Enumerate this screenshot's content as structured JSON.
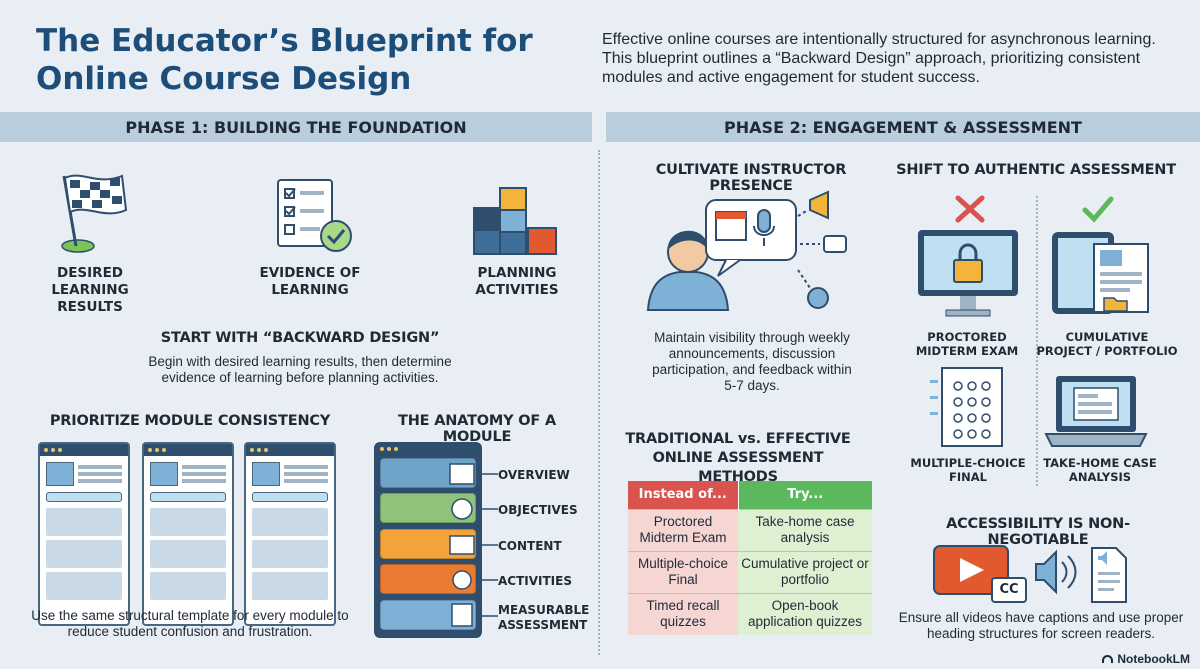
{
  "header": {
    "title": "The Educator’s Blueprint for Online Course Design",
    "intro": "Effective online courses are intentionally structured for asynchronous learning. This blueprint outlines a “Backward Design” approach, prioritizing consistent modules and active engagement for student success."
  },
  "phase1": {
    "title": "PHASE 1: BUILDING THE FOUNDATION",
    "steps": [
      {
        "label": "DESIRED LEARNING RESULTS",
        "icon": "checkered-flag-icon"
      },
      {
        "label": "EVIDENCE OF LEARNING",
        "icon": "checklist-icon"
      },
      {
        "label": "PLANNING ACTIVITIES",
        "icon": "building-blocks-icon"
      }
    ],
    "backward": {
      "title": "START WITH “BACKWARD DESIGN”",
      "text": "Begin with desired learning results, then determine evidence of learning before planning activities."
    },
    "consistency": {
      "title": "PRIORITIZE MODULE CONSISTENCY",
      "text": "Use the same structural template for every module to reduce student confusion and frustration."
    },
    "anatomy": {
      "title": "THE ANATOMY OF A MODULE",
      "items": [
        "OVERVIEW",
        "OBJECTIVES",
        "CONTENT",
        "ACTIVITIES",
        "MEASURABLE ASSESSMENT"
      ],
      "colors": [
        "#6fa3c7",
        "#8fc27a",
        "#f2a33a",
        "#ea7b32",
        "#7fb0d6"
      ]
    }
  },
  "phase2": {
    "title": "PHASE 2: ENGAGEMENT & ASSESSMENT",
    "presence": {
      "title": "CULTIVATE INSTRUCTOR PRESENCE",
      "text": "Maintain visibility through weekly announcements, discussion participation, and feedback within 5-7 days."
    },
    "comparison": {
      "title": "TRADITIONAL vs. EFFECTIVE ONLINE ASSESSMENT METHODS",
      "headers": [
        "Instead of...",
        "Try..."
      ],
      "rows": [
        [
          "Proctored Midterm Exam",
          "Take-home case analysis"
        ],
        [
          "Multiple-choice Final",
          "Cumulative project or portfolio"
        ],
        [
          "Timed recall quizzes",
          "Open-book application quizzes"
        ]
      ],
      "colors": {
        "instead": "#d9534f",
        "try": "#5cb85c"
      }
    },
    "authentic": {
      "title": "SHIFT TO AUTHENTIC ASSESSMENT",
      "items": [
        {
          "label": "PROCTORED MIDTERM EXAM",
          "icon": "locked-monitor-icon"
        },
        {
          "label": "CUMULATIVE PROJECT / PORTFOLIO",
          "icon": "tablet-portfolio-icon"
        },
        {
          "label": "MULTIPLE-CHOICE FINAL",
          "icon": "bubble-sheet-icon"
        },
        {
          "label": "TAKE-HOME CASE ANALYSIS",
          "icon": "laptop-case-icon"
        }
      ]
    },
    "accessibility": {
      "title": "ACCESSIBILITY IS NON-NEGOTIABLE",
      "text": "Ensure all videos have captions and use proper heading structures for screen readers.",
      "cc": "CC"
    }
  },
  "footer": {
    "brand": "NotebookLM"
  }
}
